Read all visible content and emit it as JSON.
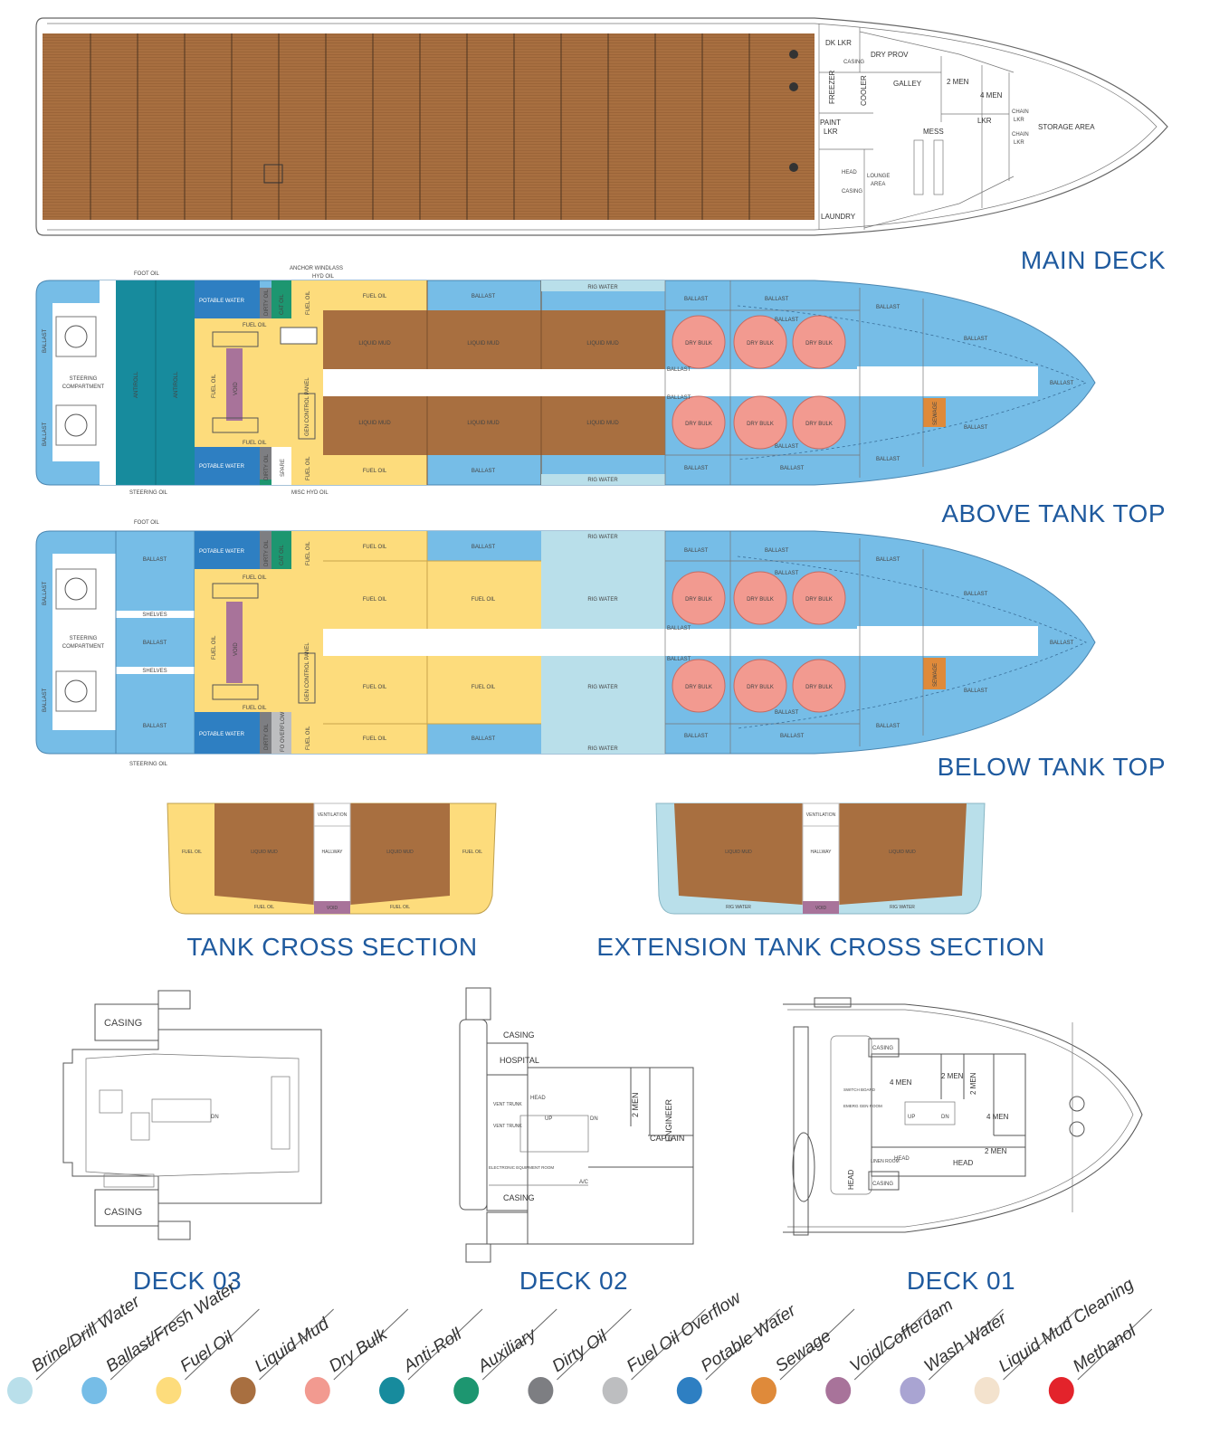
{
  "titles": {
    "main_deck": "MAIN DECK",
    "above_tank_top": "ABOVE TANK TOP",
    "below_tank_top": "BELOW TANK TOP",
    "tank_cross_section": "TANK CROSS SECTION",
    "extension_tank_cross_section": "EXTENSION TANK CROSS SECTION",
    "deck03": "DECK 03",
    "deck02": "DECK 02",
    "deck01": "DECK 01"
  },
  "main_deck": {
    "dk_lkr": "DK LKR",
    "casing": "CASING",
    "dry_prov": "DRY PROV",
    "freezer": "FREEZER",
    "cooler": "COOLER",
    "galley": "GALLEY",
    "two_men": "2 MEN",
    "four_men": "4 MEN",
    "paint": "PAINT",
    "lkr": "LKR",
    "mess": "MESS",
    "chain": "CHAIN",
    "storage_area": "STORAGE AREA",
    "lounge": "LOUNGE",
    "area": "AREA",
    "head": "HEAD",
    "laundry": "LAUNDRY"
  },
  "tanks": {
    "foot_oil": "FOOT OIL",
    "anchor_windlass": "ANCHOR WINDLASS",
    "hyd_oil": "HYD OIL",
    "steering_oil": "STEERING OIL",
    "misc_hyd_oil": "MISC HYD OIL",
    "ballast": "BALLAST",
    "steering": "STEERING",
    "compartment": "COMPARTMENT",
    "antiroll": "ANTIROLL",
    "potable_water": "POTABLE WATER",
    "dirty_oil": "DIRTY OIL",
    "cat_oil": "CAT OIL",
    "fuel_oil": "FUEL OIL",
    "void": "VOID",
    "gen_control_panel": "GEN CONTROL PANEL",
    "spare": "SPARE",
    "liquid_mud": "LIQUID MUD",
    "rig_water": "RIG WATER",
    "dry_bulk": "DRY BULK",
    "sewage": "SEWAGE",
    "shelves": "SHELVES",
    "fo_overflow": "FO OVERFLOW",
    "ventilation": "VENTILATION",
    "hallway": "HALLWAY"
  },
  "deck03": {
    "casing": "CASING",
    "dn": "DN"
  },
  "deck02": {
    "casing": "CASING",
    "hospital": "HOSPITAL",
    "head": "HEAD",
    "two_men": "2 MEN",
    "engineer": "ENGINEER",
    "captain": "CAPTAIN",
    "vent_trunk": "VENT TRUNK",
    "electronic_room": "ELECTRONIC EQUIPMENT ROOM",
    "ac": "A/C",
    "up": "UP",
    "dn": "DN"
  },
  "deck01": {
    "casing": "CASING",
    "four_men": "4 MEN",
    "two_men": "2 MEN",
    "head": "HEAD",
    "linen_room": "LINEN ROOM",
    "switchboard": "SWITCH BOARD",
    "emerg_gen": "EMERG GEN ROOM",
    "up": "UP",
    "dn": "DN"
  },
  "legend": [
    {
      "label": "Brine/Drill Water",
      "color": "#b9dfea"
    },
    {
      "label": "Ballast/Fresh Water",
      "color": "#76bde7"
    },
    {
      "label": "Fuel Oil",
      "color": "#fddc7c"
    },
    {
      "label": "Liquid Mud",
      "color": "#a86f40"
    },
    {
      "label": "Dry Bulk",
      "color": "#f29a90"
    },
    {
      "label": "Anti-Roll",
      "color": "#178b9d"
    },
    {
      "label": "Auxiliary",
      "color": "#1d9670"
    },
    {
      "label": "Dirty Oil",
      "color": "#7d7e82"
    },
    {
      "label": "Fuel Oil Overflow",
      "color": "#bdbec0"
    },
    {
      "label": "Potable Water",
      "color": "#2e7fc2"
    },
    {
      "label": "Sewage",
      "color": "#df8a3a"
    },
    {
      "label": "Void/Cofferdam",
      "color": "#a8739a"
    },
    {
      "label": "Wash Water",
      "color": "#a9a4d2"
    },
    {
      "label": "Liquid Mud Cleaning",
      "color": "#f3e2cd"
    },
    {
      "label": "Methanol",
      "color": "#e3232b"
    }
  ]
}
